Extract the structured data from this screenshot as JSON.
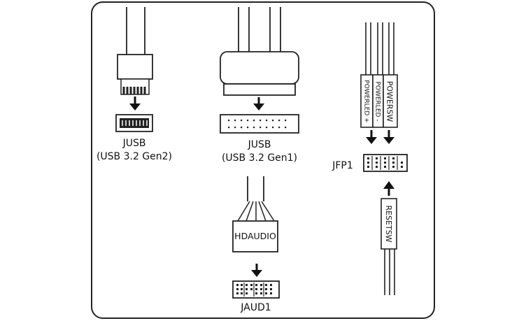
{
  "jusb_gen2": {
    "label": "JUSB",
    "sublabel": "(USB 3.2 Gen2)"
  },
  "jusb_gen1": {
    "label": "JUSB",
    "sublabel": "(USB 3.2 Gen1)"
  },
  "hdaudio": {
    "connector_label": "HDAUDIO",
    "header_label": "JAUD1"
  },
  "jfp1": {
    "header_label": "JFP1",
    "power_sw": "POWERSW",
    "power_led_neg": "POWERLED -",
    "power_led_pos": "POWERLED +",
    "reset_sw": "RESETSW"
  }
}
